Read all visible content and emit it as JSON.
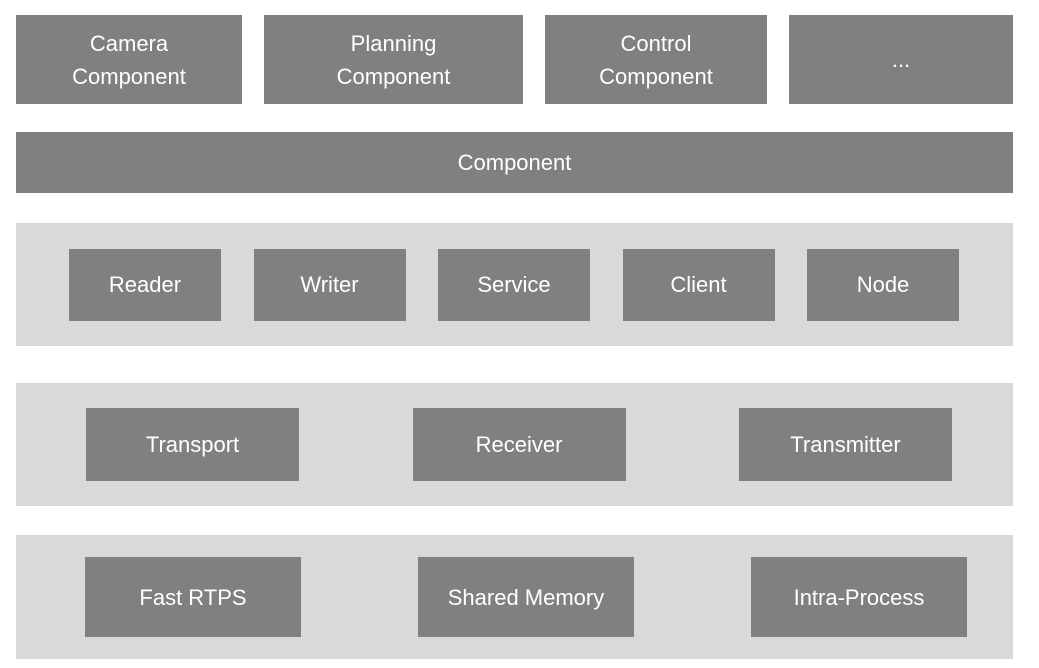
{
  "colors": {
    "box_fill": "#808080",
    "band_fill": "#d9d9d9",
    "box_text": "#ffffff",
    "page_background": "#ffffff"
  },
  "component_instances": {
    "items": [
      "Camera Component",
      "Planning Component",
      "Control Component",
      "..."
    ]
  },
  "component_bar": {
    "label": "Component"
  },
  "api_layer": {
    "items": [
      "Reader",
      "Writer",
      "Service",
      "Client",
      "Node"
    ]
  },
  "transport_layer": {
    "items": [
      "Transport",
      "Receiver",
      "Transmitter"
    ]
  },
  "backend_layer": {
    "items": [
      "Fast RTPS",
      "Shared Memory",
      "Intra-Process"
    ]
  }
}
